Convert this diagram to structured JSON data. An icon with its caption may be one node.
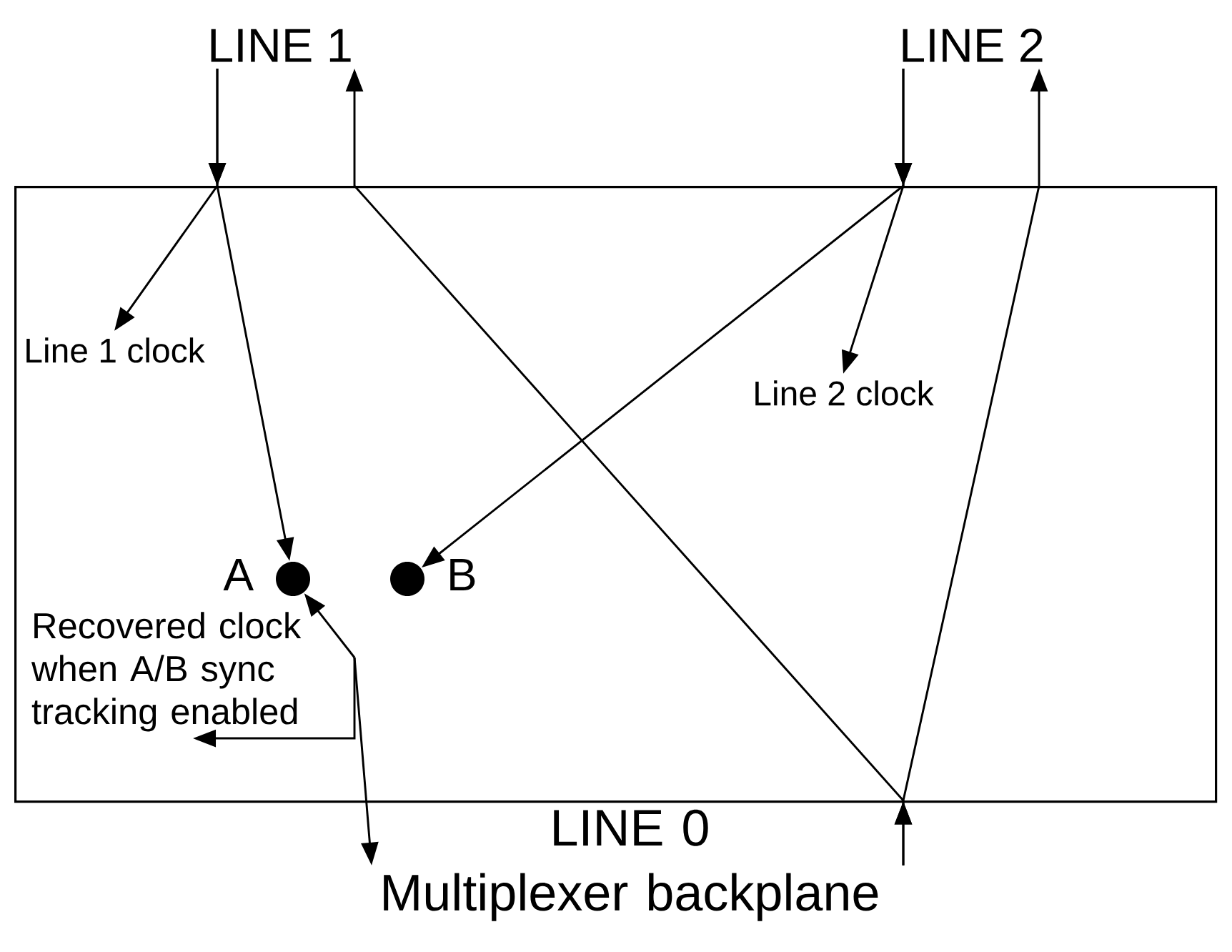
{
  "diagram": {
    "nodes": [
      {
        "text": [],
        "shape": "box"
      },
      {
        "text": [
          "LINE 1"
        ]
      },
      {
        "text": [
          "LINE 2"
        ]
      },
      {
        "text": [
          "Line 1 clock"
        ],
        "in": 0
      },
      {
        "text": [
          "Line 2 clock"
        ],
        "in": 0
      },
      {
        "text": [],
        "shape": "circle",
        "beside": [
          "A"
        ],
        "in": 0
      },
      {
        "text": [],
        "shape": "circle",
        "beside": [
          "B"
        ],
        "in": 0
      },
      {
        "text": [
          "Recovered clock when A/B sync tracking enabled"
        ],
        "in": 0
      },
      {
        "text": [
          "LINE 0",
          "Multiplexer backplane"
        ]
      }
    ],
    "edges": [
      {
        "from": 1,
        "to": 3,
        "arrow": "to"
      },
      {
        "from": 1,
        "to": 5,
        "arrow": "to"
      },
      {
        "from": 2,
        "to": 4,
        "arrow": "to"
      },
      {
        "from": 2,
        "to": 6,
        "arrow": "to"
      },
      {
        "from": 8,
        "to": 1,
        "arrow": "to"
      },
      {
        "from": 8,
        "to": 2,
        "arrow": "to"
      },
      {
        "from": null,
        "to": 5,
        "arrow": "to"
      },
      {
        "from": null,
        "to": 7,
        "arrow": "to"
      },
      {
        "from": null,
        "to": 8,
        "arrow": "to"
      }
    ]
  }
}
